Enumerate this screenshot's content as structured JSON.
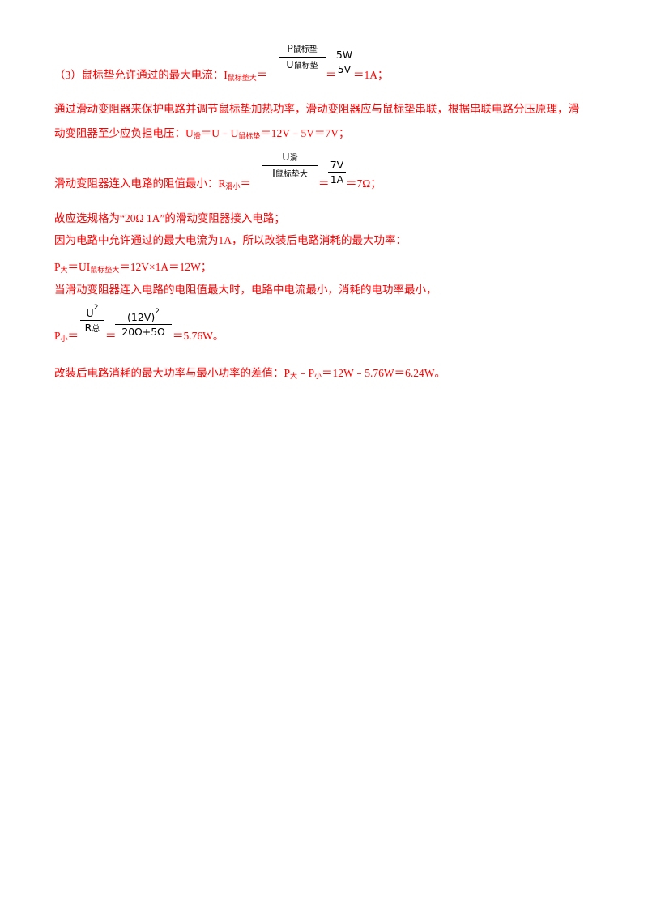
{
  "lines": {
    "l1_prefix": "（3）鼠标垫允许通过的最大电流：I",
    "l1_sub": "鼠标垫大",
    "l1_eq": "＝",
    "l1_frac1_num_main": "P",
    "l1_frac1_num_sub": "鼠标垫",
    "l1_frac1_den_main": "U",
    "l1_frac1_den_sub": "鼠标垫",
    "l1_eq2": "＝",
    "l1_frac2_num": "5W",
    "l1_frac2_den": "5V",
    "l1_result": "＝1A；",
    "l2": "通过滑动变阻器来保护电路并调节鼠标垫加热功率，滑动变阻器应与鼠标垫串联，根据串联电路分压原理，滑",
    "l3_prefix": "动变阻器至少应负担电压：U",
    "l3_sub1": "滑",
    "l3_mid": "＝U﹣U",
    "l3_sub2": "鼠标垫",
    "l3_rest": "＝12V﹣5V＝7V；",
    "l4_prefix": "滑动变阻器连入电路的阻值最小：R",
    "l4_sub": "滑小",
    "l4_eq": "＝",
    "l4_frac1_num_main": "U",
    "l4_frac1_num_sub": "滑",
    "l4_frac1_den_main": "I",
    "l4_frac1_den_sub": "鼠标垫大",
    "l4_eq2": "＝",
    "l4_frac2_num": "7V",
    "l4_frac2_den": "1A",
    "l4_result": "＝7Ω；",
    "l5": "故应选规格为“20Ω  1A”的滑动变阻器接入电路；",
    "l6": "因为电路中允许通过的最大电流为1A，所以改装后电路消耗的最大功率：",
    "l7_prefix": "P",
    "l7_sub1": "大",
    "l7_mid": "＝UI",
    "l7_sub2": "鼠标垫大",
    "l7_rest": "＝12V×1A＝12W；",
    "l8": "当滑动变阻器连入电路的电阻值最大时，电路中电流最小，消耗的电功率最小，",
    "l9_prefix": "P",
    "l9_sub": "小",
    "l9_eq": "＝",
    "l9_frac1_num_main": "U",
    "l9_frac1_num_sup": "2",
    "l9_frac1_den_main": "R",
    "l9_frac1_den_sub": "总",
    "l9_eq2": "＝",
    "l9_frac2_num_main": "(12V)",
    "l9_frac2_num_sup": "2",
    "l9_frac2_den": "20Ω+5Ω",
    "l9_result": "＝5.76W。",
    "l10_prefix": "改装后电路消耗的最大功率与最小功率的差值：P",
    "l10_sub1": "大",
    "l10_mid": "﹣P",
    "l10_sub2": "小",
    "l10_rest": "＝12W﹣5.76W＝6.24W。"
  }
}
